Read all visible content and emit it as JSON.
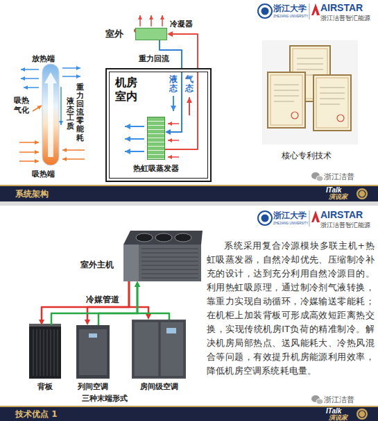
{
  "diagram": {
    "nodes": [
      {
        "text": [
          "冷凝器"
        ]
      },
      {
        "text": [
          "机房 室内"
        ]
      },
      {
        "text": [
          "热虹吸蒸发器"
        ],
        "in": 1
      },
      {
        "text": [
          "系统架构",
          "ITalk",
          "演说家"
        ]
      },
      {
        "text": [
          "室外主机"
        ]
      },
      {
        "text": [
          "背板"
        ]
      },
      {
        "text": [
          "列间空调"
        ]
      },
      {
        "text": [
          "房间级空调"
        ]
      },
      {
        "text": [
          "技术优点 1",
          "ITalk",
          "演说家"
        ]
      }
    ],
    "edges": [
      {
        "from": 0,
        "to": 2,
        "label": "液态",
        "arrow": "to"
      },
      {
        "from": 2,
        "to": 0,
        "label": "气态",
        "arrow": "to"
      },
      {
        "from": 4,
        "to": 5,
        "arrow": "to"
      },
      {
        "from": 4,
        "to": 6,
        "arrow": "to"
      },
      {
        "from": 4,
        "to": 7,
        "arrow": "to"
      },
      {
        "from": 5,
        "to": 4,
        "arrow": "to"
      },
      {
        "from": 6,
        "to": 4,
        "arrow": "to"
      },
      {
        "from": 7,
        "to": 4,
        "arrow": "to"
      }
    ],
    "labels": [
      "浙江大学",
      "ZHEJIANG UNIVERSITY",
      "AIRSTAR",
      "浙江洁普智汇能源",
      "室外",
      "重力回流",
      "放热端",
      "吸热 气化",
      "重力回流零能耗",
      "液态工质",
      "吸热端",
      "核心专利技术",
      "浙江洁普",
      "浙江大学",
      "ZHEJIANG UNIVERSITY",
      "AIRSTAR",
      "浙江洁普智汇能源",
      "冷媒管道",
      "系统采用复合冷源模块多联主机+热虹吸蒸发器，自然冷却优先、压缩制冷补充的设计，达到充分利用自然冷源目的。利用热虹吸原理，通过制冷剂气液转换，靠重力实现自动循环，冷媒输送零能耗；在机柜上加装背板可形成高效短距离热交换，实现传统机房IT负荷的精准制冷。解决机房局部热点、送风能耗大、冷热风混合等问题，有效提升机房能源利用效率，降低机房空调系统耗电量。",
      "三种末端形式",
      "浙江洁普"
    ]
  }
}
